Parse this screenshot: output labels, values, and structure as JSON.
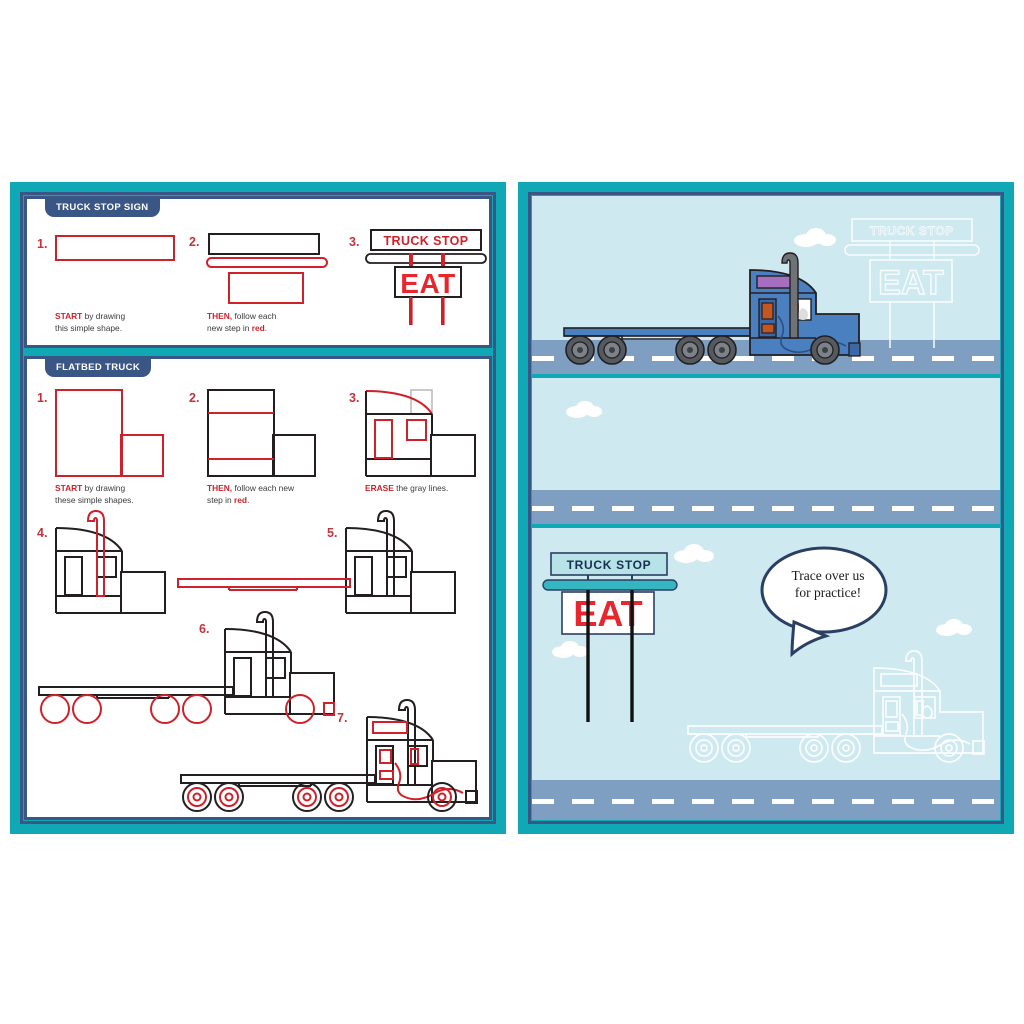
{
  "book": {
    "title": "How to Draw: Trucks — Truck Stop Sign & Flatbed Truck"
  },
  "colors": {
    "teal_border": "#10a8b4",
    "navy_frame": "#3a5685",
    "step_red": "#d0202a",
    "outline_black": "#231f20",
    "gray_guide": "#bcbcbc",
    "sky": "#cfe9f0",
    "road": "#7e9ec2",
    "truck_blue": "#4a7fc0",
    "truck_blue_dark": "#3b68a6",
    "cab_window_purple": "#a56fc0",
    "door_orange": "#c4561f",
    "stack_gray": "#6f7377",
    "ghost_outline": "#ffffff",
    "sign_teal": "#9fdbe0",
    "eat_red": "#e8262d"
  },
  "left_page": {
    "panels": [
      {
        "tab_label": "TRUCK STOP SIGN",
        "steps": [
          {
            "number": "1.",
            "caption_kw": "START",
            "caption_rest": " by drawing this simple shape.",
            "caption_line1_kw": "START",
            "caption_line1_rest": " by drawing",
            "caption_line2": "this simple shape."
          },
          {
            "number": "2.",
            "caption_kw": "THEN,",
            "caption_line1_rest": " follow each",
            "caption_line2_pre": "new step in ",
            "caption_line2_red": "red",
            "caption_line2_post": "."
          },
          {
            "number": "3.",
            "sign_top_text": "TRUCK STOP",
            "sign_bottom_text": "EAT"
          }
        ]
      },
      {
        "tab_label": "FLATBED TRUCK",
        "steps": [
          {
            "number": "1.",
            "caption_kw": "START",
            "caption_line1_rest": " by drawing",
            "caption_line2": "these simple shapes."
          },
          {
            "number": "2.",
            "caption_kw": "THEN,",
            "caption_line1_rest": " follow each new",
            "caption_line2_pre": "step in ",
            "caption_line2_red": "red",
            "caption_line2_post": "."
          },
          {
            "number": "3.",
            "caption_kw": "ERASE",
            "caption_line1_rest": " the gray lines."
          },
          {
            "number": "4."
          },
          {
            "number": "5."
          },
          {
            "number": "6."
          },
          {
            "number": "7."
          }
        ]
      }
    ]
  },
  "right_page": {
    "scenes": [
      {
        "name": "finished-colored-scene",
        "ghost_sign_top_text": "TRUCK STOP",
        "ghost_sign_bottom_text": "EAT"
      },
      {
        "name": "blank-practice-scene"
      },
      {
        "name": "trace-practice-scene",
        "sign_top_text": "TRUCK STOP",
        "sign_bottom_text": "EAT",
        "speech_line1": "Trace over us",
        "speech_line2": "for practice!"
      }
    ]
  }
}
